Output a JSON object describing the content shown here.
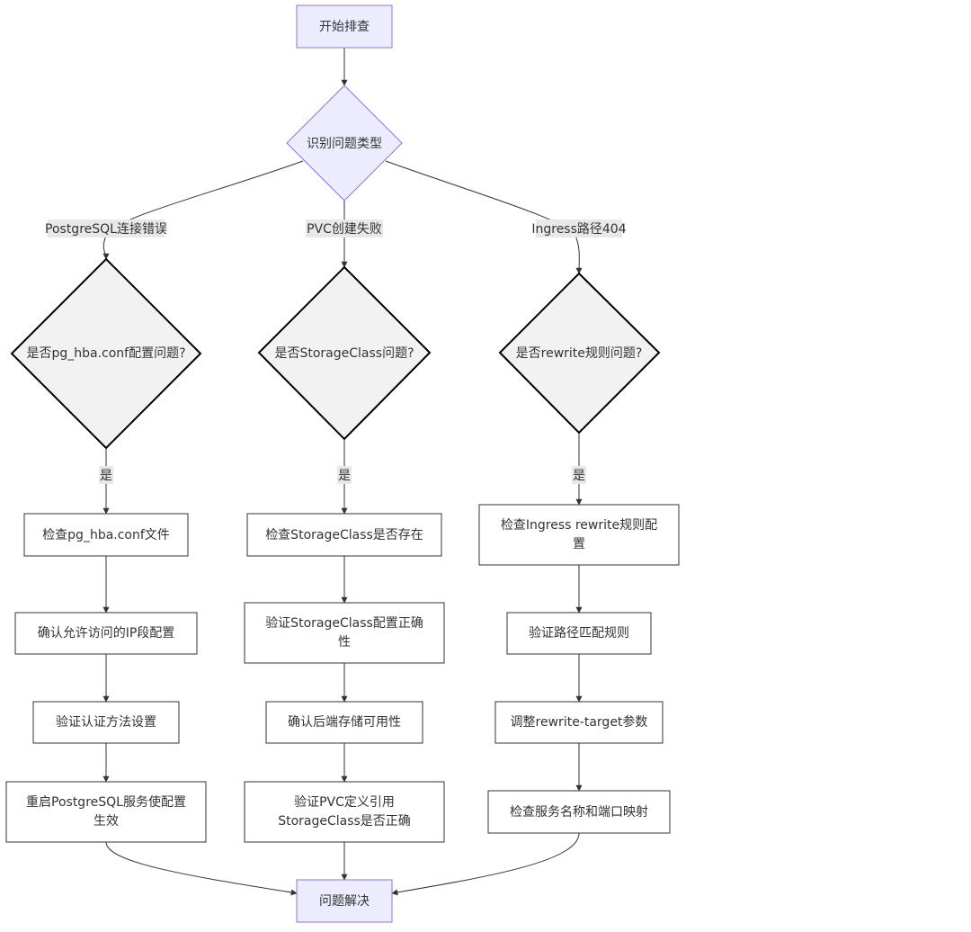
{
  "colors": {
    "terminal_fill": "#ECECFF",
    "terminal_stroke": "#9370DB",
    "decision_fill": "#F2F2F2",
    "decision_stroke": "#000000",
    "process_fill": "#FFFFFF",
    "process_stroke": "#333333",
    "edge": "#333333",
    "edge_label_bg": "#E8E8E8",
    "text": "#333333"
  },
  "nodes": {
    "start": "开始排查",
    "identify": "识别问题类型",
    "decision_pg": "是否pg_hba.conf配置问题?",
    "decision_sc": "是否StorageClass问题?",
    "decision_rw": "是否rewrite规则问题?",
    "pg1": "检查pg_hba.conf文件",
    "pg2": "确认允许访问的IP段配置",
    "pg3": "验证认证方法设置",
    "pg4": [
      "重启PostgreSQL服务使配置",
      "生效"
    ],
    "sc1": "检查StorageClass是否存在",
    "sc2": [
      "验证StorageClass配置正确",
      "性"
    ],
    "sc3": "确认后端存储可用性",
    "sc4": [
      "验证PVC定义引用",
      "StorageClass是否正确"
    ],
    "rw1": [
      "检查Ingress rewrite规则配",
      "置"
    ],
    "rw2": "验证路径匹配规则",
    "rw3": "调整rewrite-target参数",
    "rw4": "检查服务名称和端口映射",
    "end": "问题解决"
  },
  "edge_labels": {
    "pg_branch": "PostgreSQL连接错误",
    "sc_branch": "PVC创建失败",
    "rw_branch": "Ingress路径404",
    "yes_pg": "是",
    "yes_sc": "是",
    "yes_rw": "是"
  }
}
